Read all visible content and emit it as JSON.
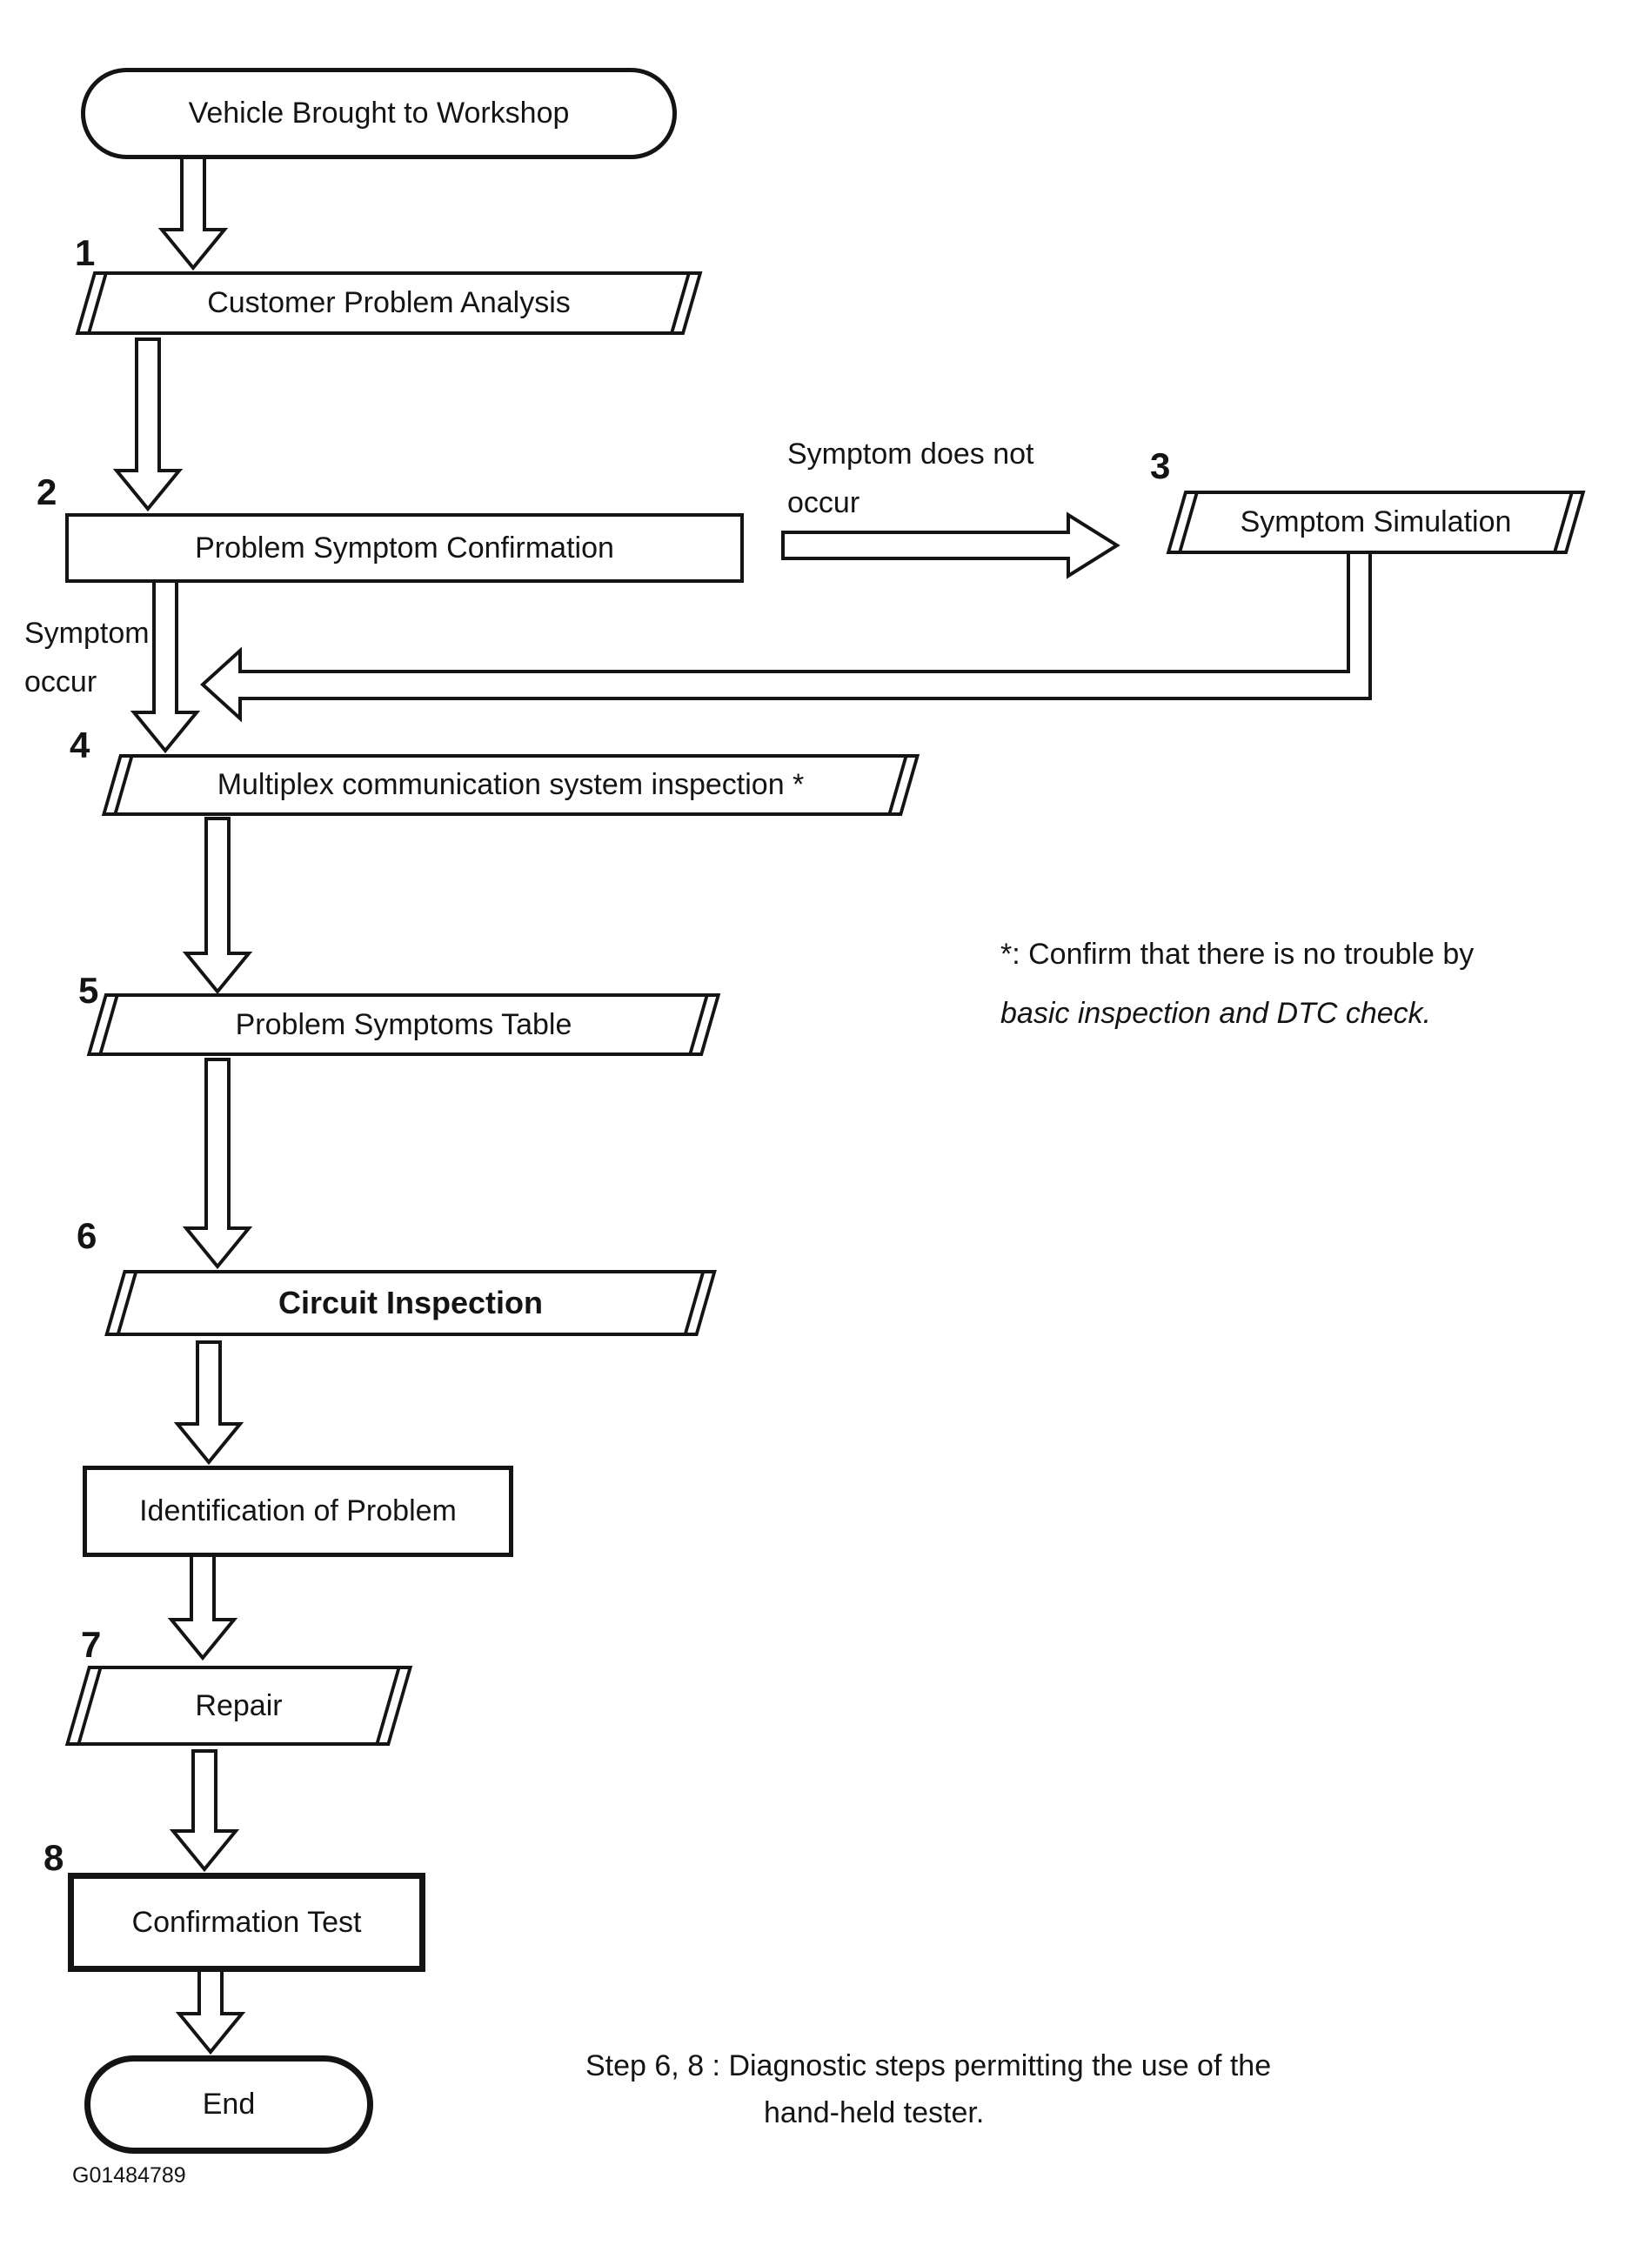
{
  "diagram": {
    "title_node": "Vehicle Brought to Workshop",
    "end_node": "End",
    "figure_id": "G01484789",
    "steps": [
      {
        "num": "1",
        "label": "Customer Problem Analysis"
      },
      {
        "num": "2",
        "label": "Problem Symptom Confirmation"
      },
      {
        "num": "3",
        "label": "Symptom Simulation"
      },
      {
        "num": "4",
        "label": "Multiplex communication system inspection *"
      },
      {
        "num": "5",
        "label": "Problem Symptoms Table"
      },
      {
        "num": "6",
        "label": "Circuit Inspection"
      },
      {
        "num": "",
        "label": "Identification of Problem"
      },
      {
        "num": "7",
        "label": "Repair"
      },
      {
        "num": "8",
        "label": "Confirmation Test"
      }
    ],
    "edge_labels": {
      "symptom_does_not_occur": "Symptom does not\noccur",
      "symptom_occur": "Symptom\noccur"
    },
    "notes": {
      "asterisk_line1": "*: Confirm that there is no trouble by",
      "asterisk_line2": "basic inspection and DTC check.",
      "step_note_line1": "Step 6, 8 : Diagnostic steps permitting the use of the",
      "step_note_line2": "hand-held tester."
    },
    "colors": {
      "ink": "#141414",
      "background": "#ffffff"
    }
  }
}
